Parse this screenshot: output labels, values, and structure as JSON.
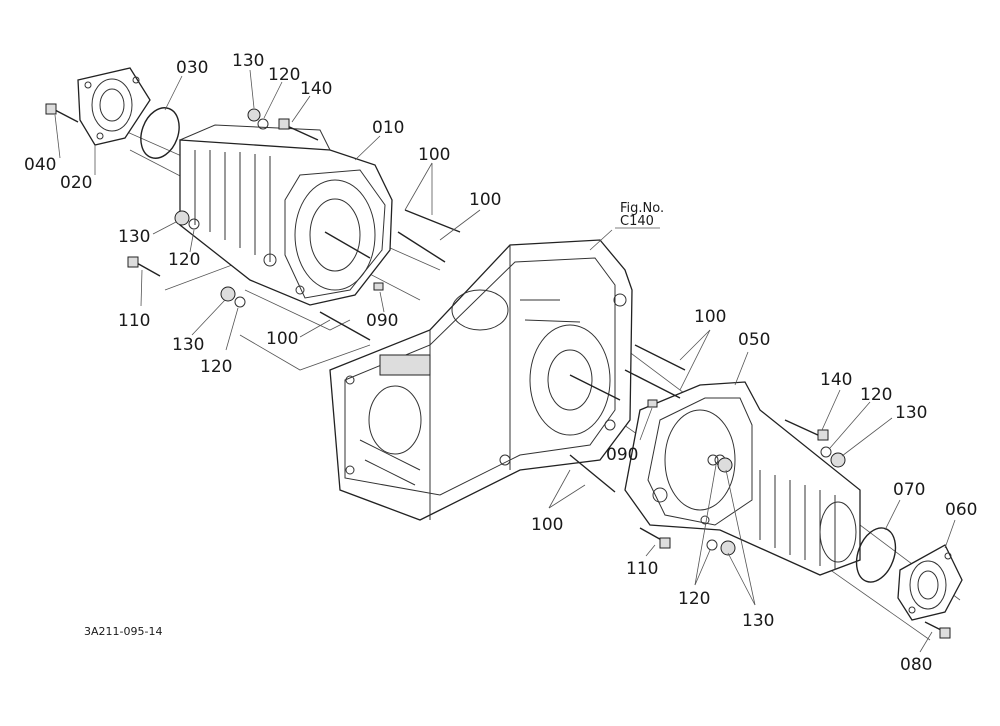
{
  "callouts": {
    "c010": "010",
    "c020": "020",
    "c030": "030",
    "c040": "040",
    "c050": "050",
    "c060": "060",
    "c070": "070",
    "c080": "080",
    "c090a": "090",
    "c090b": "090",
    "c100a": "100",
    "c100b": "100",
    "c100c": "100",
    "c100d": "100",
    "c100e": "100",
    "c110a": "110",
    "c110b": "110",
    "c120a": "120",
    "c120b": "120",
    "c120c": "120",
    "c120d": "120",
    "c120e": "120",
    "c130a": "130",
    "c130b": "130",
    "c130c": "130",
    "c130d": "130",
    "c130e": "130",
    "c140a": "140",
    "c140b": "140"
  },
  "figure_ref": {
    "line1": "Fig.No.",
    "line2": "C140"
  },
  "drawing_code": "3A211-095-14"
}
